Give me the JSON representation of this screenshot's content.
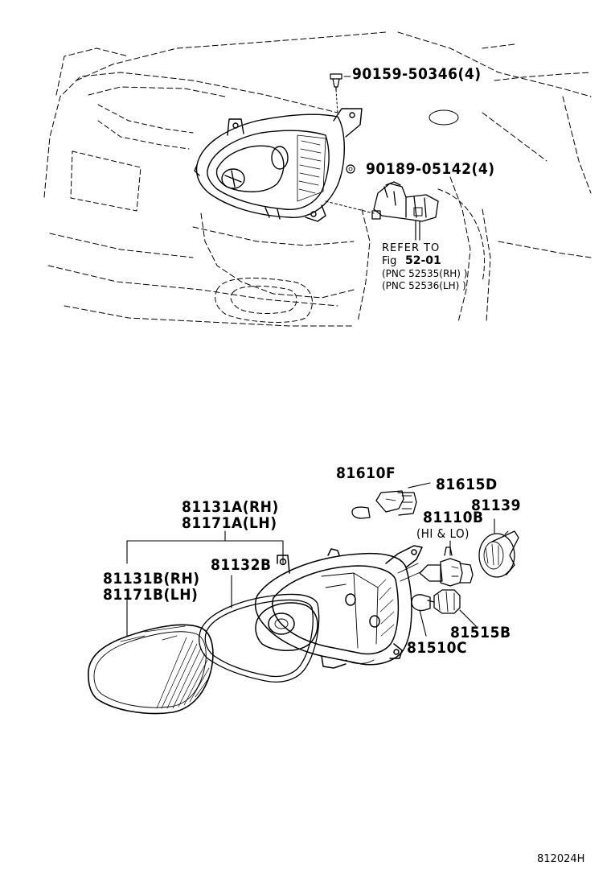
{
  "top_diagram": {
    "callouts": {
      "bolt": "90159-50346(4)",
      "nut": "90189-05142(4)"
    },
    "reference": {
      "line1": "REFER TO",
      "fig_prefix": "Fig",
      "fig_number": "52-01",
      "pnc_rh": "(PNC 52535(RH) )",
      "pnc_lh": "(PNC 52536(LH) )"
    }
  },
  "bottom_diagram": {
    "callouts": {
      "unit_rh": "81131A(RH)",
      "unit_lh": "81171A(LH)",
      "lens_rh": "81131B(RH)",
      "lens_lh": "81171B(LH)",
      "gasket": "81132B",
      "bulb_small": "81610F",
      "socket_small": "81615D",
      "cap": "81139",
      "bulb_main": "81110B",
      "bulb_main_note": "(HI & LO)",
      "socket_turn": "81515B",
      "bulb_turn": "81510C"
    }
  },
  "figure_id": "812024H"
}
